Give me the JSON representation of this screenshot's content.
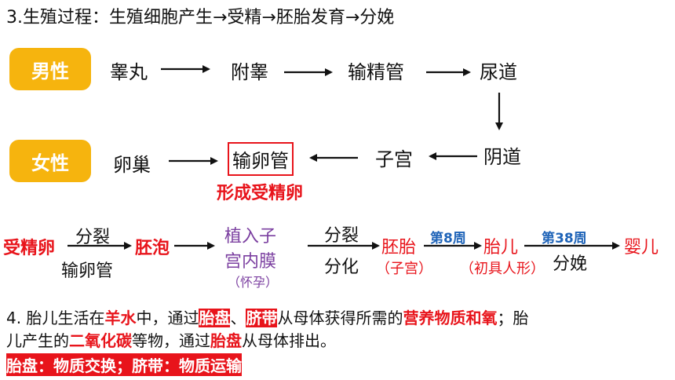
{
  "title": "3.生殖过程：生殖细胞产生→受精→胚胎发育→分娩",
  "male": {
    "badge": "男性",
    "organs": [
      "睾丸",
      "附睾",
      "输精管",
      "尿道"
    ]
  },
  "female": {
    "badge": "女性",
    "organs": [
      "卵巢",
      "输卵管",
      "子宫",
      "阴道"
    ],
    "fertilization_note": "形成受精卵"
  },
  "development": {
    "zygote": "受精卵",
    "step1_top": "分裂",
    "step1_bottom": "输卵管",
    "blastocyst": "胚泡",
    "implant_line1": "植入子",
    "implant_line2": "宫内膜",
    "pregnancy": "（怀孕）",
    "step2_top": "分裂",
    "step2_bottom": "分化",
    "embryo": "胚胎",
    "uterus": "（子宫）",
    "week8": "第8周",
    "fetus": "胎儿",
    "shape": "（初具人形）",
    "week38": "第38周",
    "delivery": "分娩",
    "infant": "婴儿"
  },
  "paragraph": {
    "p1": "4. 胎儿生活在",
    "amniotic": "羊水",
    "p2": "中，通过",
    "placenta": "胎盘",
    "p3": "、",
    "cord": "脐带",
    "p4": "从母体获得所需的",
    "nutrients": "营养物质和氧",
    "p5": "；胎",
    "p6": "儿产生的",
    "co2": "二氧化碳",
    "p7": "等物，通过",
    "placenta2": "胎盘",
    "p8": "从母体排出。"
  },
  "summary": "胎盘：物质交换；脐带：物质运输",
  "colors": {
    "badge": "#f6b40e",
    "red": "#e8141b",
    "purple": "#7b3fa0",
    "blue": "#1f64b8"
  }
}
